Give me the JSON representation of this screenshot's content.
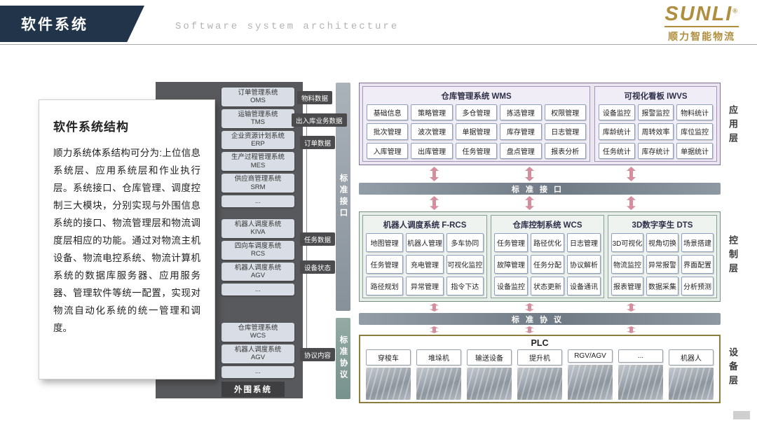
{
  "header": {
    "title": "软件系统",
    "subtitle": "Software system architecture",
    "logo_brand": "SUNLI",
    "logo_reg": "®",
    "logo_tagline": "顺力智能物流"
  },
  "intro_card": {
    "title": "软件系统结构",
    "body": "顺力系统体系结构可分为:上位信息系统层、应用系统层和作业执行层。系统接口、仓库管理、调度控制三大模块，分别实现与外围信息系统的接口、物流管理层和物流调度层相应的功能。通过对物流主机设备、物流电控系统、物流计算机系统的数据库服务器、应用服务器、管理软件等统一配置，实现对物流自动化系统的统一管理和调度。"
  },
  "peripheral_panel": {
    "footer_label": "外围系统",
    "group1": [
      {
        "name": "订单管理系统",
        "abbr": "OMS"
      },
      {
        "name": "运输管理系统",
        "abbr": "TMS"
      },
      {
        "name": "企业资源计划系统",
        "abbr": "ERP"
      },
      {
        "name": "生产过程管理系统",
        "abbr": "MES"
      },
      {
        "name": "供应商管理系统",
        "abbr": "SRM"
      },
      {
        "name": "...",
        "abbr": ""
      }
    ],
    "group2": [
      {
        "name": "机器人调度系统",
        "abbr": "KIVA"
      },
      {
        "name": "四向车调度系统",
        "abbr": "RCS"
      },
      {
        "name": "机器人调度系统",
        "abbr": "AGV"
      },
      {
        "name": "...",
        "abbr": ""
      }
    ],
    "group3": [
      {
        "name": "仓库管理系统",
        "abbr": "WCS"
      },
      {
        "name": "机器人调度系统",
        "abbr": "AGV"
      },
      {
        "name": "...",
        "abbr": ""
      }
    ]
  },
  "data_flow_labels": [
    "物料数据",
    "出入库业务数据",
    "订单数据",
    "任务数据",
    "设备状态",
    "协议内容"
  ],
  "connectors": {
    "vertical_interface": "标准接口",
    "vertical_protocol": "标准协议",
    "horizontal_interface": "标准接口",
    "horizontal_protocol": "标准协议"
  },
  "application_layer": {
    "layer_label": "应用层",
    "wms": {
      "title": "仓库管理系统 WMS",
      "buttons": [
        "基础信息",
        "策略管理",
        "多仓管理",
        "拣选管理",
        "权限管理",
        "批次管理",
        "波次管理",
        "单据管理",
        "库存管理",
        "日志管理",
        "入库管理",
        "出库管理",
        "任务管理",
        "盘点管理",
        "报表分析"
      ]
    },
    "iwvs": {
      "title": "可视化看板 IWVS",
      "buttons": [
        "设备监控",
        "报警监控",
        "物料统计",
        "库龄统计",
        "周转效率",
        "库位监控",
        "任务统计",
        "库存统计",
        "单据统计"
      ]
    }
  },
  "control_layer": {
    "layer_label": "控制层",
    "frcs": {
      "title": "机器人调度系统 F-RCS",
      "buttons": [
        "地图管理",
        "机器人管理",
        "多车协同",
        "任务管理",
        "充电管理",
        "可视化监控",
        "路径规划",
        "异常管理",
        "指令下达"
      ]
    },
    "wcs": {
      "title": "仓库控制系统 WCS",
      "buttons": [
        "任务管理",
        "路径优化",
        "日志管理",
        "故障管理",
        "任务分配",
        "协议解析",
        "设备监控",
        "状态更新",
        "设备通讯"
      ]
    },
    "dts": {
      "title": "3D数字孪生 DTS",
      "buttons": [
        "3D可视化",
        "视角切换",
        "场景搭建",
        "物流监控",
        "异常报警",
        "界面配置",
        "报表管理",
        "数据采集",
        "分析预测"
      ]
    }
  },
  "equipment_layer": {
    "layer_label": "设备层",
    "title": "PLC",
    "devices": [
      "穿梭车",
      "堆垛机",
      "输送设备",
      "提升机",
      "RGV/AGV",
      "...",
      "机器人"
    ]
  },
  "colors": {
    "header_navy": "#21344a",
    "brand_gold": "#b08e3e",
    "panel_gray": "#58595c",
    "arrow_pink": "#d48e9d",
    "application_border": "#7f7096",
    "control_border": "#73907f",
    "equipment_border": "#8a7d3e"
  }
}
